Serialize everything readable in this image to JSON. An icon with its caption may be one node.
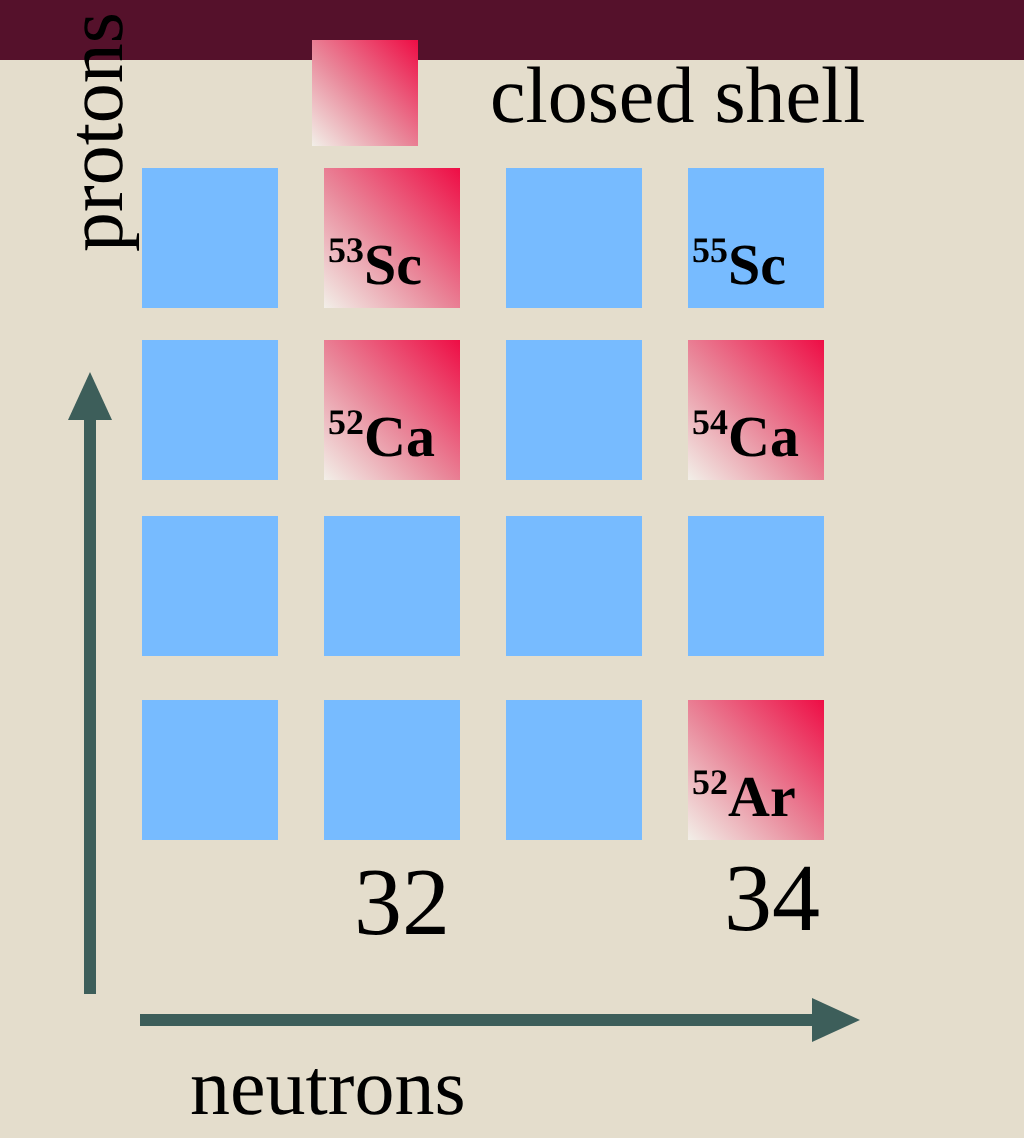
{
  "diagram": {
    "nodes": [
      {
        "text": [],
        "shape": "box"
      },
      {
        "text": [
          "$^{53}$Sc"
        ]
      },
      {
        "text": [],
        "shape": "box"
      },
      {
        "text": [
          "$^{55}$Sc"
        ]
      },
      {
        "text": [],
        "shape": "box"
      },
      {
        "text": [
          "$^{52}$Ca"
        ]
      },
      {
        "text": [],
        "shape": "box"
      },
      {
        "text": [
          "$^{54}$Ca"
        ]
      },
      {
        "text": [],
        "shape": "box"
      },
      {
        "text": [],
        "shape": "box"
      },
      {
        "text": [],
        "shape": "box"
      },
      {
        "text": [],
        "shape": "box"
      },
      {
        "text": [],
        "shape": "box"
      },
      {
        "text": [],
        "shape": "box"
      },
      {
        "text": [],
        "shape": "box"
      },
      {
        "text": [
          "$^{52}$Ar"
        ]
      }
    ],
    "labels": [
      "protons",
      "32",
      "34",
      "neutrons"
    ],
    "legend": [
      {
        "text": "closed shell"
      }
    ]
  }
}
